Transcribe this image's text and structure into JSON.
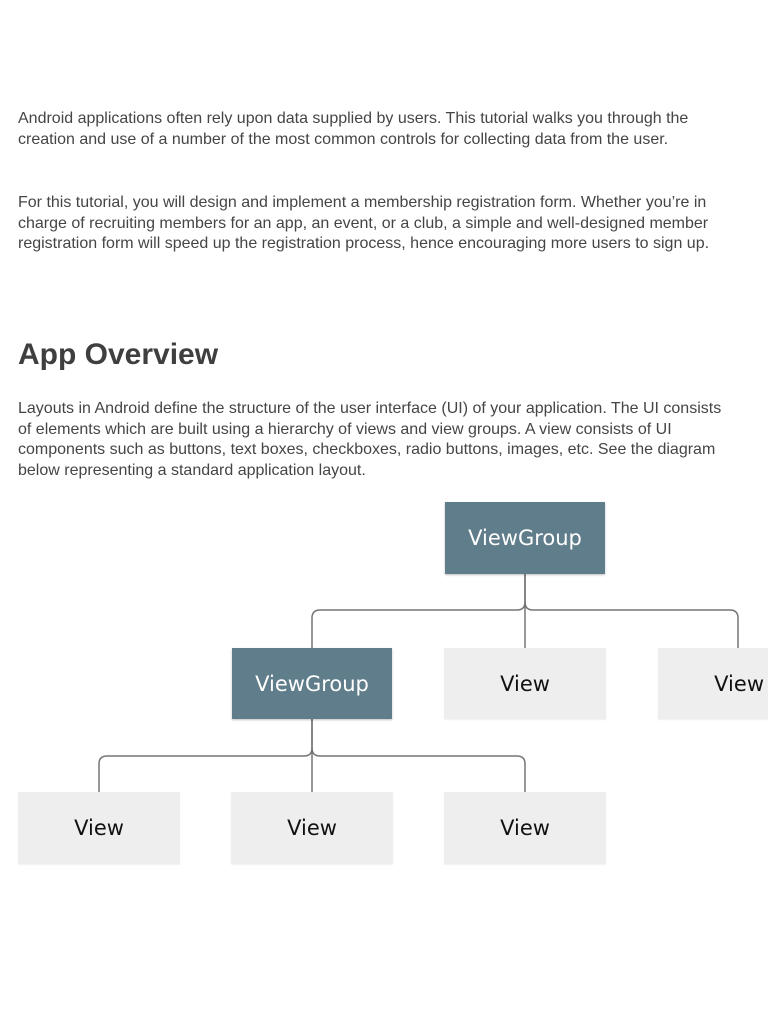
{
  "intro": {
    "paragraph1": "Android applications often rely upon data supplied by users. This tutorial walks you through the creation and use of a number of the most common controls for collecting data from the user.",
    "paragraph2": "For this tutorial, you will design and implement a membership registration form. Whether you’re in charge of recruiting members for an app, an event, or a club, a simple and well-designed member registration form will speed up the registration process, hence encouraging more users to sign up."
  },
  "section": {
    "heading": "App Overview",
    "paragraph": "Layouts in Android define the structure of the user interface (UI) of your application. The UI consists of elements which are built using a hierarchy of views and view groups. A view consists of UI components such as buttons, text boxes, checkboxes, radio buttons, images, etc. See the diagram below representing a standard application layout."
  },
  "diagram": {
    "colors": {
      "group_fill": "#607d8b",
      "view_fill": "#eeeeee",
      "connector": "#757575"
    },
    "root": {
      "label": "ViewGroup"
    },
    "level2": [
      {
        "label": "ViewGroup"
      },
      {
        "label": "View"
      },
      {
        "label": "View"
      }
    ],
    "level3": [
      {
        "label": "View"
      },
      {
        "label": "View"
      },
      {
        "label": "View"
      }
    ]
  }
}
